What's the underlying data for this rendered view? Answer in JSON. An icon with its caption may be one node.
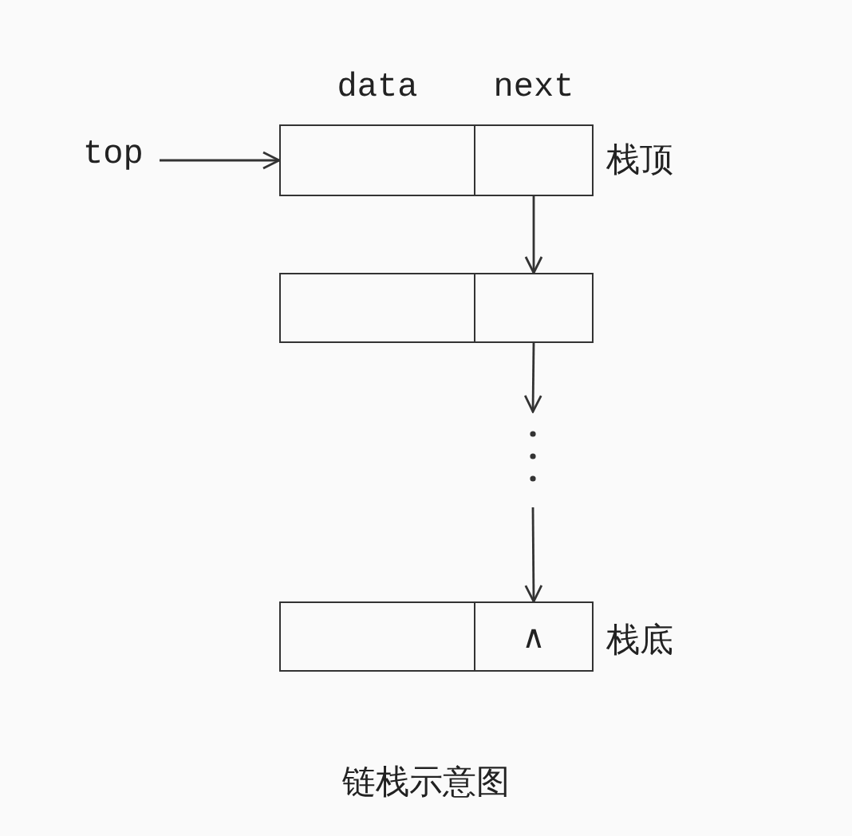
{
  "diagram": {
    "caption": "链栈示意图",
    "nodes": [
      {
        "text": [
          "top"
        ]
      },
      {
        "text": [
          "data"
        ]
      },
      {
        "text": [
          "next"
        ],
        "beside": [
          "栈顶"
        ]
      },
      {
        "text": [],
        "shape": "box"
      },
      {
        "text": [],
        "shape": "box"
      },
      {
        "text": [],
        "shape": "box"
      },
      {
        "text": [
          "∧"
        ],
        "beside": [
          "栈底"
        ]
      }
    ],
    "edges": [
      {
        "from": 0,
        "to": 1,
        "arrow": "to"
      },
      {
        "from": 2,
        "to": 4,
        "arrow": "to"
      },
      {
        "from": 4,
        "to": null,
        "arrow": "to"
      },
      {
        "from": null,
        "to": 6,
        "arrow": "to"
      }
    ]
  }
}
